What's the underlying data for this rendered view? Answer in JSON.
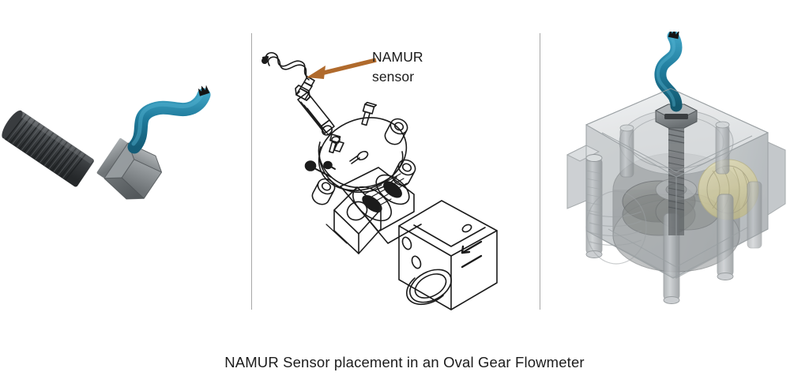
{
  "figure": {
    "caption": "NAMUR Sensor placement in an Oval Gear Flowmeter",
    "background_color": "#ffffff",
    "divider_color": "#a8a8a8"
  },
  "annotation": {
    "label_line_1": "NAMUR",
    "label_line_2": "sensor",
    "arrow_color": "#b06a2c",
    "arrow_direction": "left",
    "text_color": "#1a1a1a"
  },
  "panels": [
    {
      "id": "left",
      "name": "namur-sensor-render",
      "description": "3D rendered NAMUR proximity sensor: dark grey threaded bolt body with hex nut and teal cable",
      "parts": [
        {
          "name": "threaded-shaft",
          "color": "#3c3f42"
        },
        {
          "name": "hex-nut",
          "color": "#8d9295"
        },
        {
          "name": "cable",
          "color": "#1f7b9c"
        },
        {
          "name": "cable-tip-leads",
          "color": "#111111"
        }
      ]
    },
    {
      "id": "middle",
      "name": "exploded-line-drawing",
      "description": "Black and white exploded CAD line drawing of oval gear flowmeter with NAMUR sensor separated above",
      "parts": [
        {
          "name": "namur-sensor-outline",
          "color": "#1a1a1a"
        },
        {
          "name": "cover-plate",
          "color": "#1a1a1a"
        },
        {
          "name": "cap-screws",
          "color": "#1a1a1a"
        },
        {
          "name": "flowmeter-body",
          "color": "#1a1a1a"
        },
        {
          "name": "flow-direction-arrow",
          "color": "#1a1a1a"
        },
        {
          "name": "port-opening",
          "color": "#1a1a1a"
        }
      ]
    },
    {
      "id": "right",
      "name": "transparent-assembly-render",
      "description": "Ghosted transparent 3D render of oval gear flowmeter housing with NAMUR sensor installed through the top cover and internal oval gears visible",
      "parts": [
        {
          "name": "transparent-housing",
          "color": "#c9ccce"
        },
        {
          "name": "namur-sensor",
          "color": "#6d7275"
        },
        {
          "name": "cable",
          "color": "#1f7b9c"
        },
        {
          "name": "oval-gear",
          "color": "#8b8d8a"
        },
        {
          "name": "amber-rotor",
          "color": "#d8d2a8"
        },
        {
          "name": "tie-rod-bolts",
          "color": "#b6b9bb"
        }
      ]
    }
  ]
}
